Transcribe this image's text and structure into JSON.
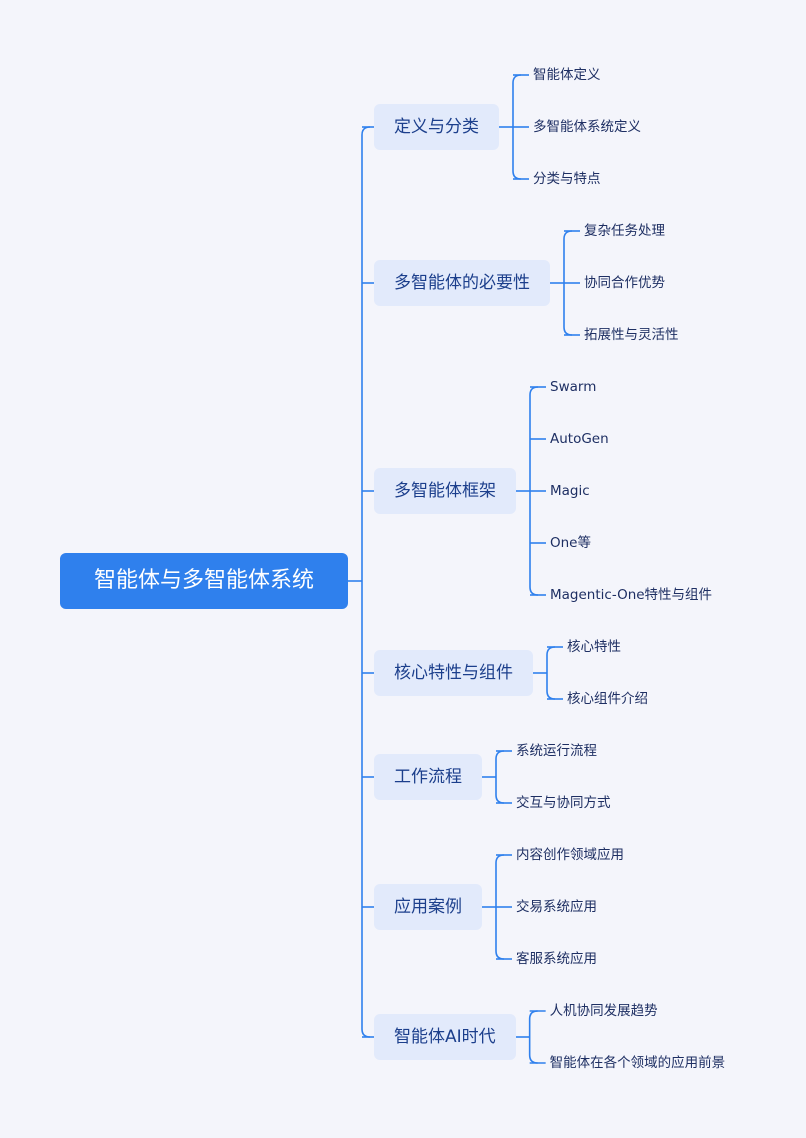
{
  "mindmap": {
    "root": "智能体与多智能体系统",
    "line_color": "#2f80ed",
    "branches": [
      {
        "label": "定义与分类",
        "children": [
          "智能体定义",
          "多智能体系统定义",
          "分类与特点"
        ]
      },
      {
        "label": "多智能体的必要性",
        "children": [
          "复杂任务处理",
          "协同合作优势",
          "拓展性与灵活性"
        ]
      },
      {
        "label": "多智能体框架",
        "children": [
          "Swarm",
          "AutoGen",
          "Magic",
          "One等",
          "Magentic-One特性与组件"
        ]
      },
      {
        "label": "核心特性与组件",
        "children": [
          "核心特性",
          "核心组件介绍"
        ]
      },
      {
        "label": "工作流程",
        "children": [
          "系统运行流程",
          "交互与协同方式"
        ]
      },
      {
        "label": "应用案例",
        "children": [
          "内容创作领域应用",
          "交易系统应用",
          "客服系统应用"
        ]
      },
      {
        "label": "智能体AI时代",
        "children": [
          "人机协同发展趋势",
          "智能体在各个领域的应用前景"
        ]
      }
    ]
  }
}
